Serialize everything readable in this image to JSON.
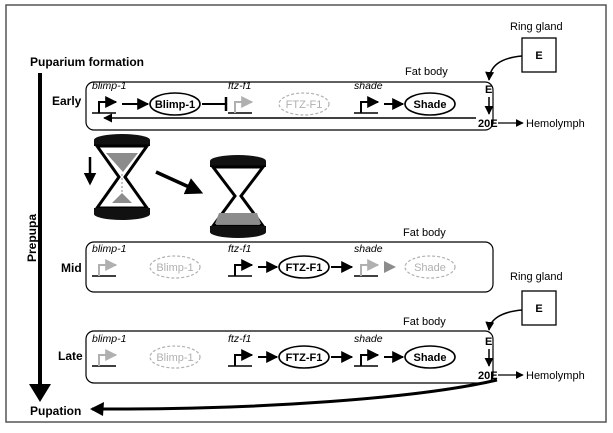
{
  "labels": {
    "puparium_formation": "Puparium formation",
    "prepupa": "Prepupa",
    "pupation": "Pupation",
    "ring_gland": "Ring gland",
    "hormone_e": "E",
    "hormone_20e": "20E",
    "hemolymph": "Hemolymph",
    "fat_body": "Fat body"
  },
  "stages": [
    {
      "name": "Early",
      "genes": [
        {
          "gene": "blimp-1",
          "protein": "Blimp-1",
          "active": true
        },
        {
          "gene": "ftz-f1",
          "protein": "FTZ-F1",
          "active": false
        },
        {
          "gene": "shade",
          "protein": "Shade",
          "active": true
        }
      ]
    },
    {
      "name": "Mid",
      "genes": [
        {
          "gene": "blimp-1",
          "protein": "Blimp-1",
          "active": false
        },
        {
          "gene": "ftz-f1",
          "protein": "FTZ-F1",
          "active": true
        },
        {
          "gene": "shade",
          "protein": "Shade",
          "active": false
        }
      ]
    },
    {
      "name": "Late",
      "genes": [
        {
          "gene": "blimp-1",
          "protein": "Blimp-1",
          "active": false
        },
        {
          "gene": "ftz-f1",
          "protein": "FTZ-F1",
          "active": true
        },
        {
          "gene": "shade",
          "protein": "Shade",
          "active": true
        }
      ]
    }
  ],
  "colors": {
    "active": "#000000",
    "inactive": "#b0b0b0",
    "sand": "#8c8c8c",
    "frame": "#000000"
  }
}
